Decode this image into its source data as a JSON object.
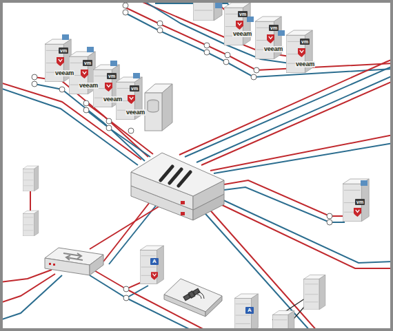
{
  "diagram": {
    "labels": [
      "vm",
      "veeam",
      "vm",
      "veeam",
      "vm",
      "veeam",
      "vm",
      "veeam",
      "vm",
      "veeam",
      "vm",
      "veeam",
      "vm",
      "veeam",
      "vm",
      "A",
      "A"
    ]
  }
}
